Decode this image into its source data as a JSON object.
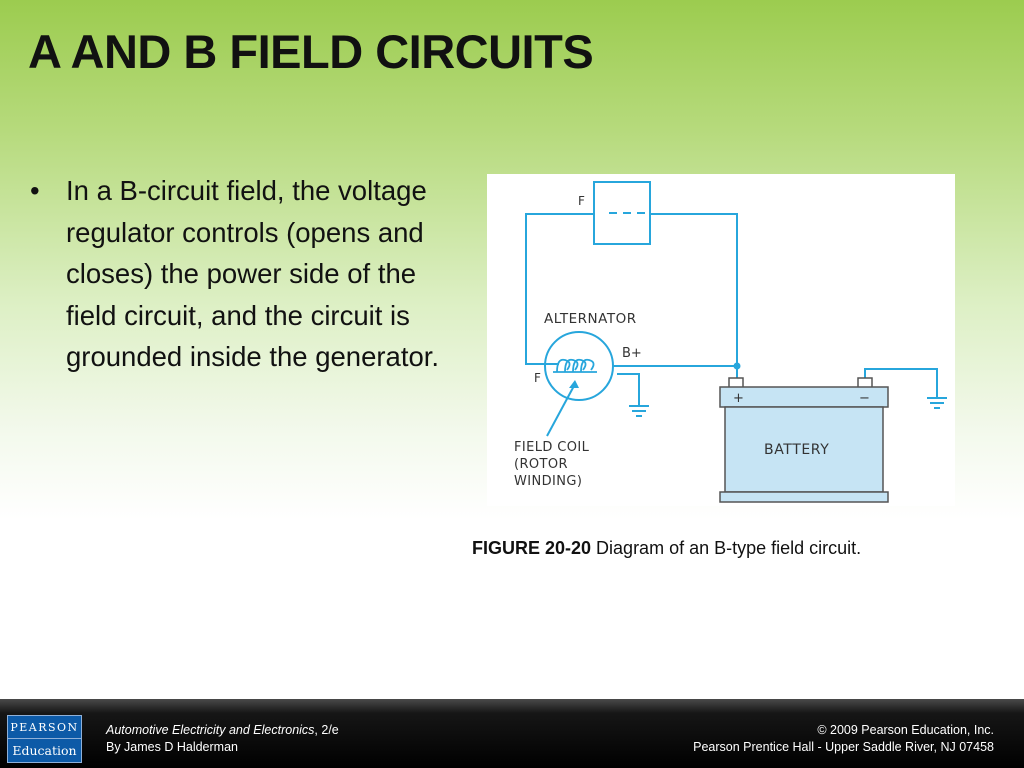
{
  "slide": {
    "title": "A AND B FIELD CIRCUITS"
  },
  "bullet": {
    "marker": "•",
    "text": "In a B-circuit field, the voltage regulator controls (opens and closes) the power side of the field circuit, and the circuit is grounded inside the generator."
  },
  "figure": {
    "labels": {
      "regulator_f": "F",
      "alternator": "ALTERNATOR",
      "b_plus": "B+",
      "alt_f": "F",
      "field_coil_line1": "FIELD COIL",
      "field_coil_line2": "(ROTOR",
      "field_coil_line3": "WINDING)",
      "battery": "BATTERY",
      "plus": "+",
      "minus": "−"
    },
    "caption_bold": "FIGURE 20-20",
    "caption_text": " Diagram of an B-type field circuit."
  },
  "footer": {
    "logo_top": "PEARSON",
    "logo_bottom": "Education",
    "book_title": "Automotive Electricity and Electronics",
    "book_edition": ", 2/e",
    "author": "By James D Halderman",
    "copyright": "© 2009 Pearson Education, Inc.",
    "publisher": "Pearson Prentice Hall - Upper Saddle River, NJ 07458"
  },
  "colors": {
    "wire": "#27a6dc",
    "battery_fill": "#c6e4f4",
    "diagram_text": "#333333"
  }
}
